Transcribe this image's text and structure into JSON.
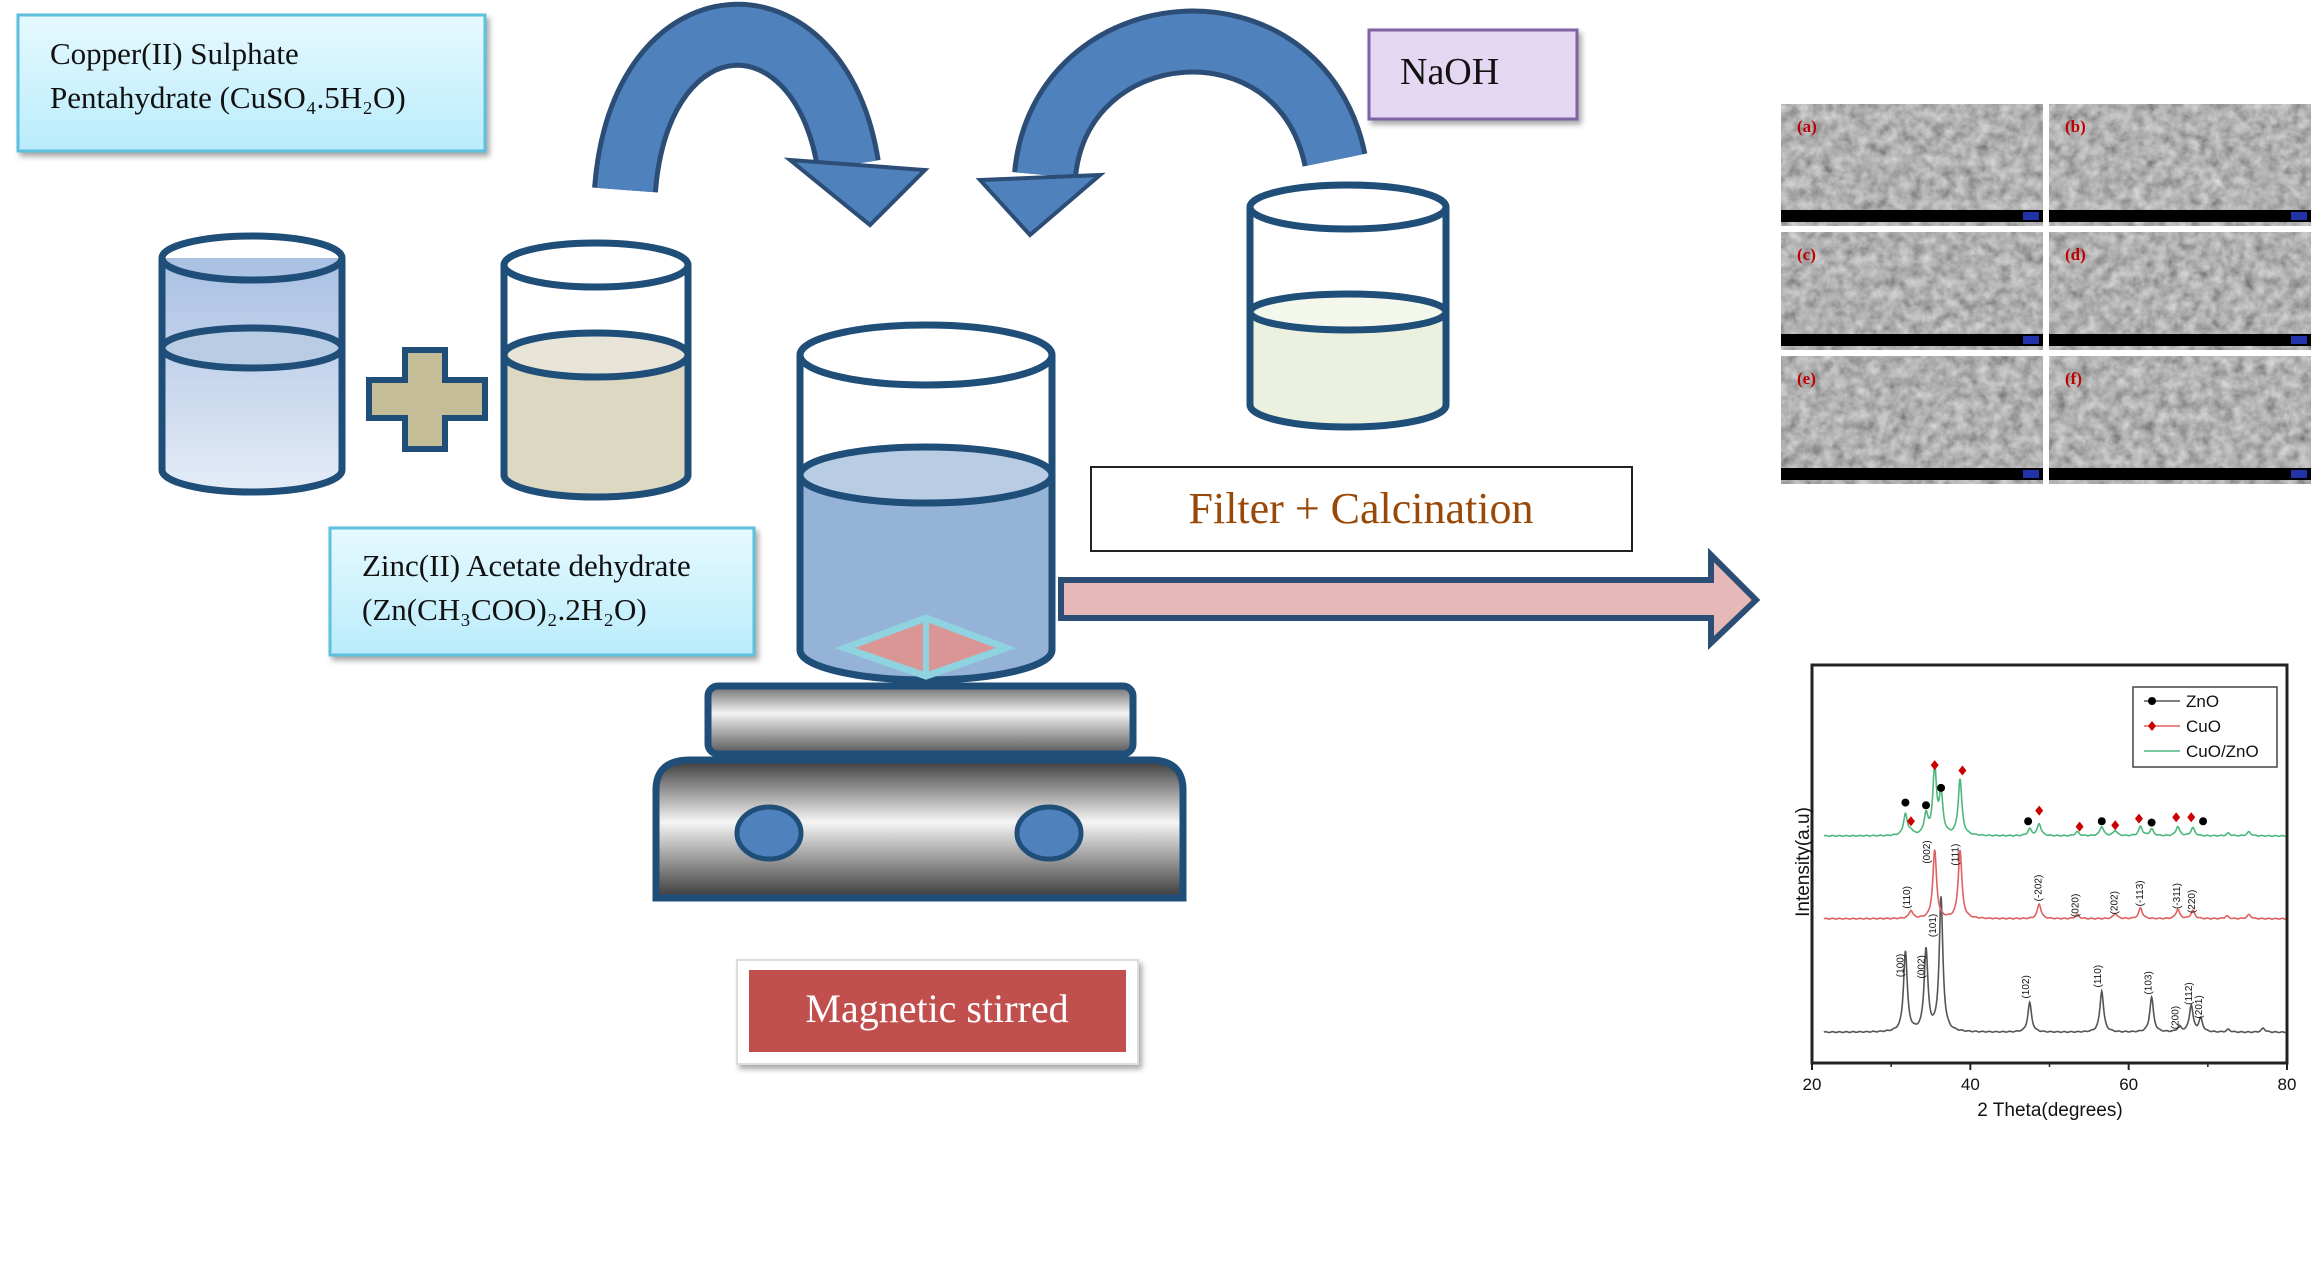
{
  "labels": {
    "copper_line1": "Copper(II) Sulphate",
    "copper_line2": "Pentahydrate (CuSO₄.5H₂O)",
    "zinc_line1": "Zinc(II) Acetate dehydrate",
    "zinc_line2": "(Zn(CH₃COO)₂.2H₂O)",
    "naoh": "NaOH",
    "filter": "Filter  + Calcination",
    "stirred": "Magnetic stirred"
  },
  "colors": {
    "arrow_blue": "#4f81bd",
    "arrow_border": "#2c4d75",
    "process_arrow": "#e6b9b8",
    "stirred_box": "#c0504d",
    "filter_text": "#984807",
    "naoh_box": "#e4d7f2"
  },
  "sem": {
    "panels": [
      "(a)",
      "(b)",
      "(c)",
      "(d)",
      "(e)",
      "(f)"
    ]
  },
  "chart_data": {
    "type": "line",
    "xlabel": "2 Theta(degrees)",
    "ylabel": "Intensity(a.u)",
    "xlim": [
      20,
      80
    ],
    "ylim": [
      -23,
      275
    ],
    "xticks": [
      20,
      40,
      60,
      80
    ],
    "grid": false,
    "legend_position": "top-right",
    "series": [
      {
        "name": "ZnO",
        "color": "#555555",
        "offset": 0,
        "peaks": [
          [
            31.8,
            60
          ],
          [
            34.4,
            61
          ],
          [
            36.3,
            100
          ],
          [
            47.5,
            22
          ],
          [
            56.6,
            31
          ],
          [
            62.9,
            26
          ],
          [
            66.4,
            4
          ],
          [
            67.9,
            20
          ],
          [
            69.1,
            10
          ],
          [
            72.6,
            2
          ],
          [
            77.0,
            3
          ]
        ]
      },
      {
        "name": "CuO",
        "color": "#e06060",
        "offset": 85,
        "peaks": [
          [
            32.5,
            6
          ],
          [
            35.5,
            51
          ],
          [
            38.7,
            51
          ],
          [
            48.7,
            11
          ],
          [
            53.5,
            3
          ],
          [
            58.3,
            4
          ],
          [
            61.5,
            8
          ],
          [
            66.2,
            7
          ],
          [
            68.1,
            6
          ],
          [
            72.4,
            2
          ],
          [
            75.2,
            3
          ]
        ]
      },
      {
        "name": "CuO/ZnO",
        "color": "#4cb87c",
        "offset": 147,
        "peaks": [
          [
            31.8,
            16
          ],
          [
            32.5,
            3
          ],
          [
            34.4,
            15
          ],
          [
            35.5,
            49
          ],
          [
            36.3,
            30
          ],
          [
            38.7,
            42
          ],
          [
            47.5,
            5
          ],
          [
            48.7,
            9
          ],
          [
            53.5,
            3
          ],
          [
            56.6,
            7
          ],
          [
            58.3,
            4
          ],
          [
            61.5,
            7
          ],
          [
            62.9,
            5
          ],
          [
            66.2,
            7
          ],
          [
            68.1,
            6
          ],
          [
            72.6,
            2
          ],
          [
            75.2,
            3
          ]
        ]
      }
    ],
    "legend": [
      {
        "label": "ZnO",
        "marker": "circle",
        "color": "#000000"
      },
      {
        "label": "CuO",
        "marker": "diamond",
        "color": "#cc0000"
      },
      {
        "label": "CuO/ZnO",
        "marker": "none",
        "color": "#4cb87c"
      }
    ],
    "markers": [
      {
        "x": 31.8,
        "y": 172,
        "type": "circle"
      },
      {
        "x": 32.5,
        "y": 158,
        "type": "diamond"
      },
      {
        "x": 34.4,
        "y": 170,
        "type": "circle"
      },
      {
        "x": 35.5,
        "y": 200,
        "type": "diamond"
      },
      {
        "x": 36.3,
        "y": 183,
        "type": "circle"
      },
      {
        "x": 39.0,
        "y": 196,
        "type": "diamond"
      },
      {
        "x": 47.3,
        "y": 158,
        "type": "circle"
      },
      {
        "x": 48.7,
        "y": 166,
        "type": "diamond"
      },
      {
        "x": 53.8,
        "y": 154,
        "type": "diamond"
      },
      {
        "x": 56.6,
        "y": 158,
        "type": "circle"
      },
      {
        "x": 58.3,
        "y": 155,
        "type": "diamond"
      },
      {
        "x": 61.3,
        "y": 160,
        "type": "diamond"
      },
      {
        "x": 62.9,
        "y": 157,
        "type": "circle"
      },
      {
        "x": 66.0,
        "y": 161,
        "type": "diamond"
      },
      {
        "x": 67.9,
        "y": 161,
        "type": "diamond"
      },
      {
        "x": 69.4,
        "y": 158,
        "type": "circle"
      }
    ],
    "annotations": [
      {
        "text": "(100)",
        "x": 31.2,
        "y": 50
      },
      {
        "text": "(002)",
        "x": 33.8,
        "y": 49
      },
      {
        "text": "(101)",
        "x": 35.3,
        "y": 80
      },
      {
        "text": "(102)",
        "x": 47.0,
        "y": 34
      },
      {
        "text": "(110)",
        "x": 56.1,
        "y": 42
      },
      {
        "text": "(103)",
        "x": 62.5,
        "y": 37
      },
      {
        "text": "(200)",
        "x": 65.9,
        "y": 11
      },
      {
        "text": "(112)",
        "x": 67.6,
        "y": 29
      },
      {
        "text": "(201)",
        "x": 68.9,
        "y": 19
      },
      {
        "text": "(110)",
        "x": 32.0,
        "y": 101
      },
      {
        "text": "(002)",
        "x": 34.5,
        "y": 135
      },
      {
        "text": "(111)",
        "x": 38.1,
        "y": 133
      },
      {
        "text": "(-202)",
        "x": 48.6,
        "y": 108
      },
      {
        "text": "(020)",
        "x": 53.3,
        "y": 95
      },
      {
        "text": "(202)",
        "x": 58.2,
        "y": 97
      },
      {
        "text": "(-113)",
        "x": 61.4,
        "y": 104
      },
      {
        "text": "(-311)",
        "x": 66.1,
        "y": 102
      },
      {
        "text": "(220)",
        "x": 68.0,
        "y": 98
      }
    ]
  }
}
